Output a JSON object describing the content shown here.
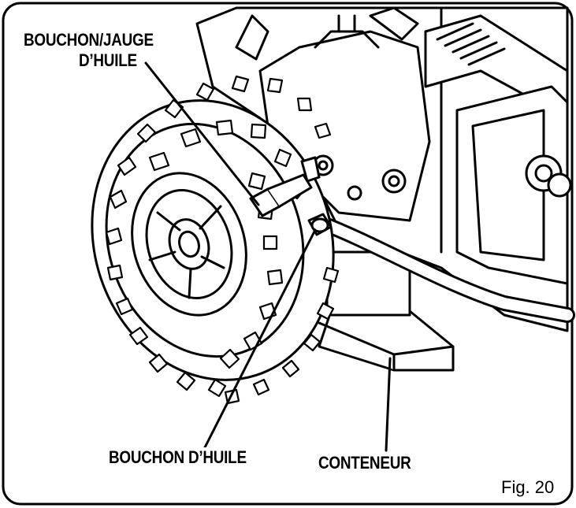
{
  "labels": {
    "oil_cap_dipstick_line1": "BOUCHON/JAUGE",
    "oil_cap_dipstick_line2": "D’HUILE",
    "oil_drain_plug": "BOUCHON D’HUILE",
    "container": "CONTENEUR"
  },
  "figure_number": "Fig. 20"
}
